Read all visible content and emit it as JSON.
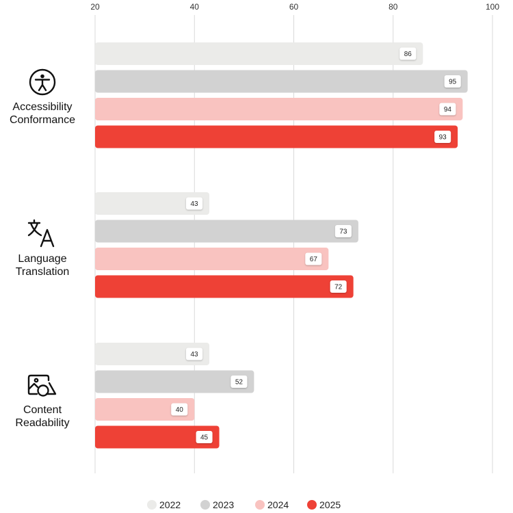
{
  "chart_data": {
    "type": "bar",
    "orientation": "horizontal",
    "categories": [
      {
        "lines": [
          "Accessibility",
          "Conformance"
        ],
        "icon": "accessibility-icon"
      },
      {
        "lines": [
          "Language",
          "Translation"
        ],
        "icon": "translate-icon"
      },
      {
        "lines": [
          "Content",
          "Readability"
        ],
        "icon": "content-readability-icon"
      }
    ],
    "series": [
      {
        "name": "2022",
        "color": "#ebebe9",
        "values": [
          86,
          43,
          43
        ]
      },
      {
        "name": "2023",
        "color": "#d2d2d2",
        "values": [
          95,
          73,
          52
        ]
      },
      {
        "name": "2024",
        "color": "#f9c3c0",
        "values": [
          94,
          67,
          40
        ]
      },
      {
        "name": "2025",
        "color": "#ee4136",
        "values": [
          93,
          72,
          45
        ]
      }
    ],
    "xlim": [
      20,
      100
    ],
    "xticks": [
      20,
      40,
      60,
      80,
      100
    ],
    "grid": true,
    "legend_position": "bottom"
  }
}
